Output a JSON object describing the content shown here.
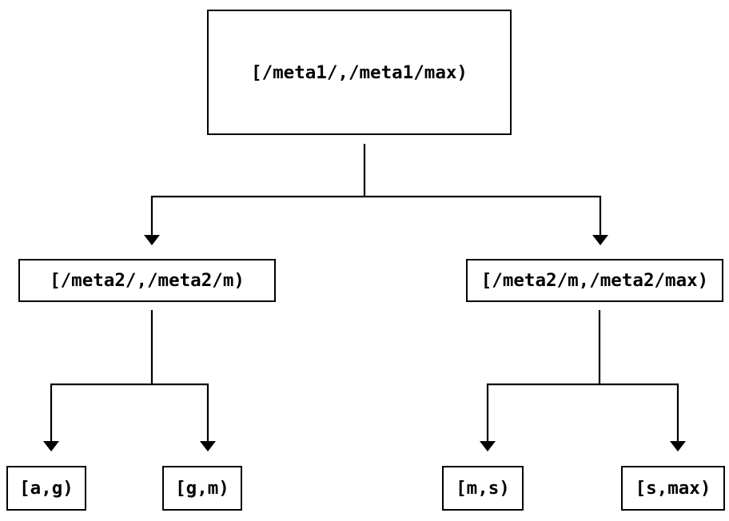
{
  "diagram": {
    "type": "tree",
    "background_color": "#ffffff",
    "line_color": "#000000",
    "box_border_color": "#000000",
    "text_color": "#000000",
    "root": {
      "label": "[/meta1/,/meta1/max)"
    },
    "level2": [
      {
        "label": "[/meta2/,/meta2/m)"
      },
      {
        "label": "[/meta2/m,/meta2/max)"
      }
    ],
    "leaves": [
      {
        "label": "[a,g)"
      },
      {
        "label": "[g,m)"
      },
      {
        "label": "[m,s)"
      },
      {
        "label": "[s,max)"
      }
    ],
    "edges": [
      {
        "from": "[/meta1/,/meta1/max)",
        "to": "[/meta2/,/meta2/m)"
      },
      {
        "from": "[/meta1/,/meta1/max)",
        "to": "[/meta2/m,/meta2/max)"
      },
      {
        "from": "[/meta2/,/meta2/m)",
        "to": "[a,g)"
      },
      {
        "from": "[/meta2/,/meta2/m)",
        "to": "[g,m)"
      },
      {
        "from": "[/meta2/m,/meta2/max)",
        "to": "[m,s)"
      },
      {
        "from": "[/meta2/m,/meta2/max)",
        "to": "[s,max)"
      }
    ]
  }
}
